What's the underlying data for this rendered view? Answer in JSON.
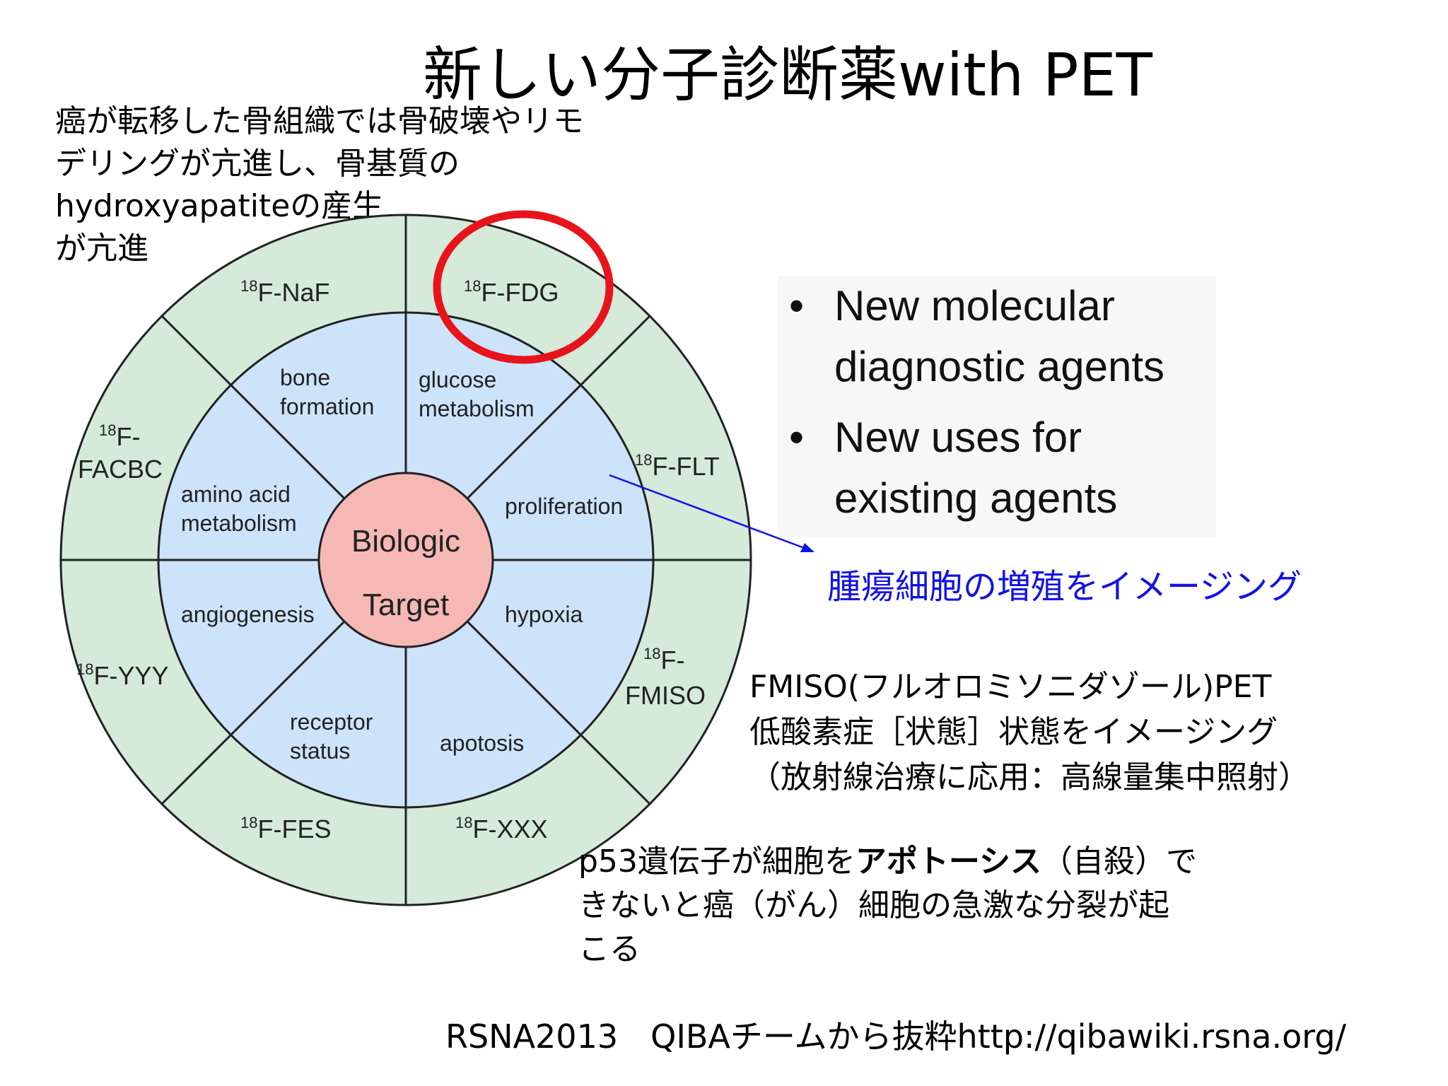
{
  "title": "新しい分子診断薬with PET",
  "notes": {
    "bone": "癌が転移した骨組織では骨破壊やリモ\nデリングが亢進し、骨基質の\nhydroxyapatiteの産生\nが亢進",
    "proliferation": "腫瘍細胞の増殖をイメージング",
    "fmiso": "FMISO(フルオロミソニダゾール)PET\n低酸素症［状態］状態をイメージング\n（放射線治療に応用：高線量集中照射）",
    "p53_before": "p53遺伝子が細胞を",
    "p53_bold": "アポトーシス",
    "p53_after": "（自殺）で\nきないと癌（がん）細胞の急激な分裂が起\nこる"
  },
  "bullets": [
    "New molecular\ndiagnostic  agents",
    "New uses for\nexisting agents"
  ],
  "source": "RSNA2013　QIBAチームから抜粋http://qibawiki.rsna.org/",
  "wheel": {
    "center_line1": "Biologic",
    "center_line2": "Target",
    "inner": {
      "bone": "bone\nformation",
      "glucose": "glucose\nmetabolism",
      "proliferation": "proliferation",
      "hypoxia": "hypoxia",
      "apotosis": "apotosis",
      "receptor": "receptor\nstatus",
      "angiogenesis": "angiogenesis",
      "amino": "amino acid\nmetabolism"
    },
    "outer": {
      "naf": "F-NaF",
      "fdg": "F-FDG",
      "flt": "F-FLT",
      "fmiso_1": "F-",
      "fmiso_2": "FMISO",
      "xxx": "F-XXX",
      "fes": "F-FES",
      "yyy": "F-YYY",
      "facbc_1": "F-",
      "facbc_2": "FACBC"
    },
    "isotope": "18"
  },
  "colors": {
    "outer_ring": "#d5ead9",
    "inner_ring": "#cde3fa",
    "center": "#f5b8b4",
    "highlight": "#e8141c",
    "arrow": "#1212e6"
  }
}
